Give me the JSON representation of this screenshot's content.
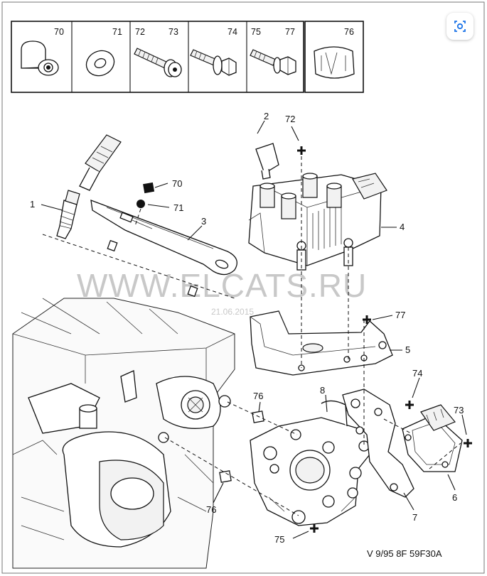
{
  "header_parts": [
    {
      "refs": [
        "70"
      ],
      "icon": "cap-nut-icon"
    },
    {
      "refs": [
        "71"
      ],
      "icon": "washer-icon"
    },
    {
      "refs": [
        "72",
        "73"
      ],
      "icon": "flange-bolt-icon"
    },
    {
      "refs": [
        "74"
      ],
      "icon": "hex-bolt-washer-icon"
    },
    {
      "refs": [
        "75",
        "77"
      ],
      "icon": "hex-bolt-icon"
    },
    {
      "refs": [
        "76"
      ],
      "icon": "sleeve-icon"
    }
  ],
  "callouts": {
    "c1": "1",
    "c2": "2",
    "c72": "72",
    "c70": "70",
    "c71": "71",
    "c3": "3",
    "c4": "4",
    "c77": "77",
    "c5": "5",
    "c8": "8",
    "c74": "74",
    "c76a": "76",
    "c73": "73",
    "c6": "6",
    "c7": "7",
    "c76b": "76",
    "c75": "75"
  },
  "watermark": {
    "main": "WWW.ELCATS.RU",
    "sub": "21.06.2015"
  },
  "footer": "V 9/95 8F 59F30A",
  "view_button": {
    "icon": "image-search-icon"
  }
}
